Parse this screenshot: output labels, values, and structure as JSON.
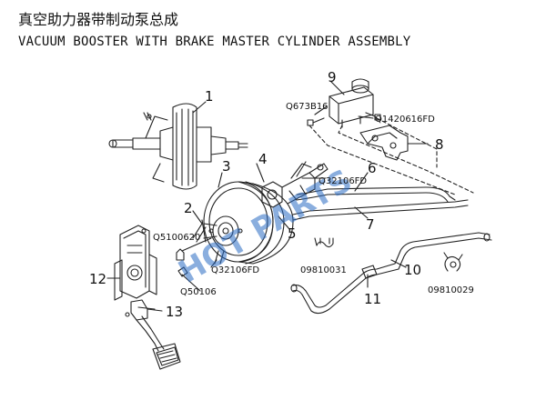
{
  "header": {
    "title_cn": "真空助力器带制动泵总成",
    "title_en": "VACUUM BOOSTER WITH BRAKE MASTER CYLINDER ASSEMBLY"
  },
  "callouts": {
    "n1": "1",
    "n2": "2",
    "n3": "3",
    "n4": "4",
    "n5": "5",
    "n6": "6",
    "n7": "7",
    "n8": "8",
    "n9": "9",
    "n10": "10",
    "n11": "11",
    "n12": "12",
    "n13": "13"
  },
  "part_codes": {
    "q673b16": "Q673B16",
    "q1420616fd": "Q1420616FD",
    "q32106fd_top": "Q32106FD",
    "q5100620": "Q5100620",
    "q32106fd_bottom": "Q32106FD",
    "q50106": "Q50106",
    "p09810031": "09810031",
    "p09810029": "09810029"
  },
  "watermark": "HOT PARTS",
  "colors": {
    "line": "#222222",
    "watermark": "#2b6cc4"
  }
}
